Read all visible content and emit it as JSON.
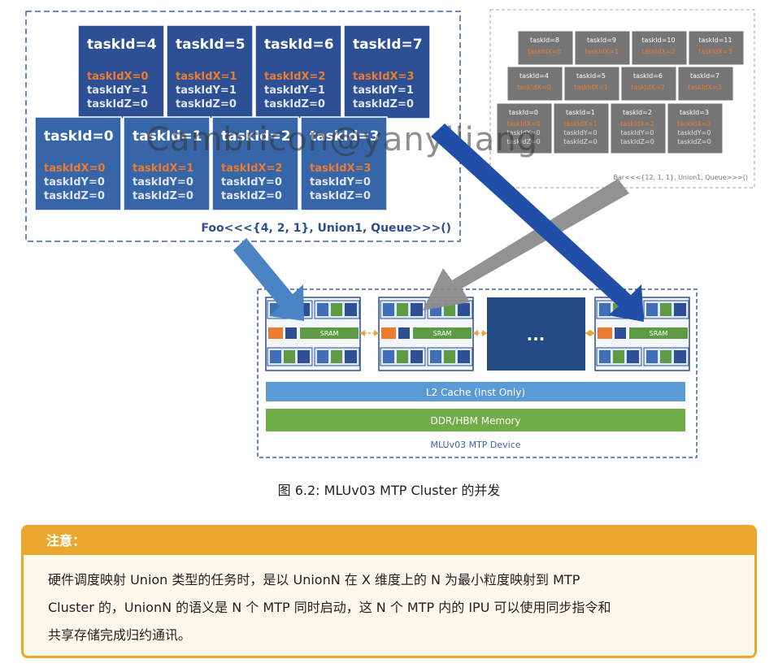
{
  "figure": {
    "foo_tasks_back": [
      {
        "id": "taskId=4",
        "x": "taskIdX=0",
        "y": "taskIdY=1",
        "z": "taskIdZ=0"
      },
      {
        "id": "taskId=5",
        "x": "taskIdX=1",
        "y": "taskIdY=1",
        "z": "taskIdZ=0"
      },
      {
        "id": "taskId=6",
        "x": "taskIdX=2",
        "y": "taskIdY=1",
        "z": "taskIdZ=0"
      },
      {
        "id": "taskId=7",
        "x": "taskIdX=3",
        "y": "taskIdY=1",
        "z": "taskIdZ=0"
      }
    ],
    "foo_tasks_front": [
      {
        "id": "taskId=0",
        "x": "taskIdX=0",
        "y": "taskIdY=0",
        "z": "taskIdZ=0"
      },
      {
        "id": "taskId=1",
        "x": "taskIdX=1",
        "y": "taskIdY=0",
        "z": "taskIdZ=0"
      },
      {
        "id": "taskId=2",
        "x": "taskIdX=2",
        "y": "taskIdY=0",
        "z": "taskIdZ=0"
      },
      {
        "id": "taskId=3",
        "x": "taskIdX=3",
        "y": "taskIdY=0",
        "z": "taskIdZ=0"
      }
    ],
    "foo_label": "Foo<<<{4, 2, 1}, Union1, Queue>>>()",
    "bar_rows": [
      [
        {
          "id": "taskId=8",
          "x": "taskIdX=0"
        },
        {
          "id": "taskId=9",
          "x": "taskIdX=1"
        },
        {
          "id": "taskId=10",
          "x": "taskIdX=2"
        },
        {
          "id": "taskId=11",
          "x": "taskIdX=3"
        }
      ],
      [
        {
          "id": "taskId=4",
          "x": "taskIdX=0"
        },
        {
          "id": "taskId=5",
          "x": "taskIdX=1"
        },
        {
          "id": "taskId=6",
          "x": "taskIdX=2"
        },
        {
          "id": "taskId=7",
          "x": "taskIdX=3"
        }
      ],
      [
        {
          "id": "taskId=0",
          "x": "taskIdX=0",
          "y": "taskIdY=0",
          "z": "taskIdZ=0"
        },
        {
          "id": "taskId=1",
          "x": "taskIdX=1",
          "y": "taskIdY=0",
          "z": "taskIdZ=0"
        },
        {
          "id": "taskId=2",
          "x": "taskIdX=2",
          "y": "taskIdY=0",
          "z": "taskIdZ=0"
        },
        {
          "id": "taskId=3",
          "x": "taskIdX=3",
          "y": "taskIdY=0",
          "z": "taskIdZ=0"
        }
      ]
    ],
    "bar_label": "Bar<<<{12, 1, 1}, Union1, Queue>>>()",
    "watermark": "Cambricon@yanyiliang",
    "sram_label": "SRAM",
    "ellipsis": "...",
    "l2_label": "L2 Cache (Inst Only)",
    "ddr_label": "DDR/HBM Memory",
    "device_label": "MLUv03 MTP Device",
    "colors": {
      "foo_back": "#2d4f93",
      "foo_front": "#3666a8",
      "bar_tile": "#757575",
      "accent": "#ec7c30",
      "l2": "#5b9bd5",
      "ddr": "#70ad47",
      "arrow_foo": "#4a84c4",
      "arrow_gray": "#8c8c8c",
      "arrow_dark": "#214fa8"
    }
  },
  "caption": "图 6.2: MLUv03 MTP Cluster 的并发",
  "note": {
    "title": "注意：",
    "lines": [
      "硬件调度映射 Union 类型的任务时，是以 UnionN 在 X 维度上的 N 为最小粒度映射到 MTP",
      "Cluster 的，UnionN 的语义是 N 个 MTP 同时启动，这 N 个 MTP 内的 IPU 可以使用同步指令和",
      "共享存储完成归约通讯。"
    ]
  }
}
